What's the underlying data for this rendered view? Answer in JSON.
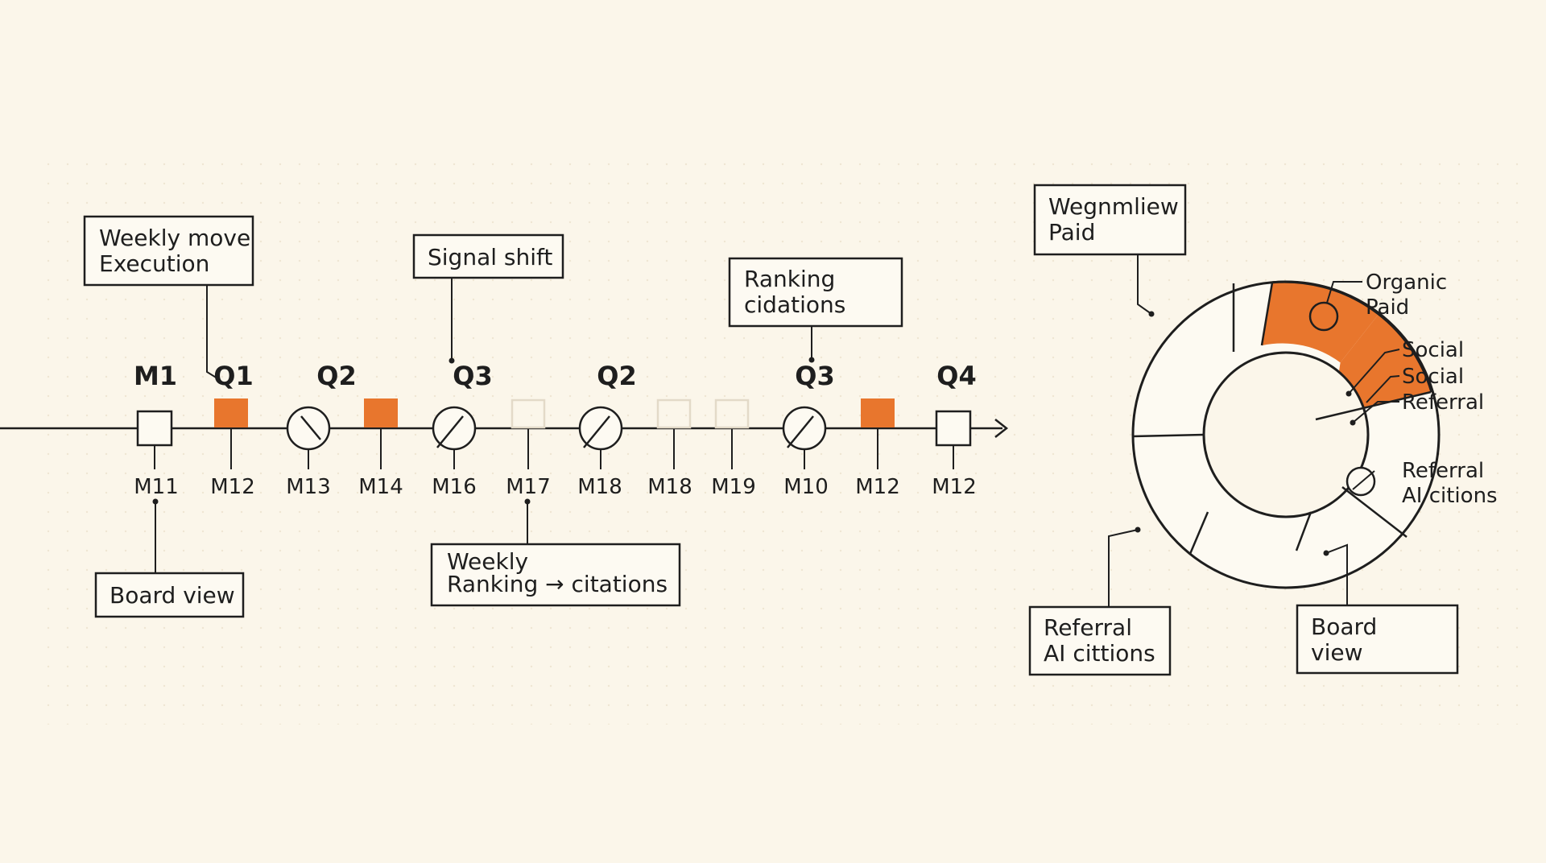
{
  "colors": {
    "background": "#fbf6ea",
    "ink": "#1e1e1e",
    "accent": "#e8762d",
    "faint": "#e3dac8"
  },
  "timeline": {
    "quarter_labels": [
      "M1",
      "Q1",
      "Q2",
      "Q3",
      "Q2",
      "Q3",
      "Q4"
    ],
    "markers": [
      {
        "shape": "square",
        "month": "M11"
      },
      {
        "shape": "filled-square",
        "month": "M12"
      },
      {
        "shape": "gauge",
        "month": "M13"
      },
      {
        "shape": "filled-square",
        "month": "M14"
      },
      {
        "shape": "gauge",
        "month": "M16"
      },
      {
        "shape": "faint-square",
        "month": "M17"
      },
      {
        "shape": "gauge",
        "month": "M18"
      },
      {
        "shape": "faint-square",
        "month": "M18"
      },
      {
        "shape": "faint-square",
        "month": "M19"
      },
      {
        "shape": "gauge",
        "month": "M10"
      },
      {
        "shape": "filled-square",
        "month": "M12"
      },
      {
        "shape": "square",
        "month": "M12"
      }
    ],
    "callouts": {
      "weekly_move": {
        "line1": "Weekly move",
        "line2": "Execution"
      },
      "signal_shift": {
        "line1": "Signal shift"
      },
      "ranking": {
        "line1": "Ranking",
        "line2": "cidations"
      },
      "board_view": {
        "line1": "Board view"
      },
      "weekly_ranking": {
        "line1": "Weekly",
        "line2": "Ranking → citations"
      }
    }
  },
  "donut": {
    "callouts": {
      "top": {
        "line1": "Wegnmliew",
        "line2": "Paid"
      },
      "bottom_left": {
        "line1": "Referral",
        "line2": "AI cittions"
      },
      "bottom_right": {
        "line1": "Board",
        "line2": "view"
      }
    },
    "legend": {
      "organic_paid": {
        "line1": "Organic",
        "line2": "Paid"
      },
      "social_1": "Social",
      "social_2": "Social",
      "referral": "Referral",
      "referral_ai": {
        "line1": "Referral",
        "line2": "AI citions"
      }
    }
  }
}
